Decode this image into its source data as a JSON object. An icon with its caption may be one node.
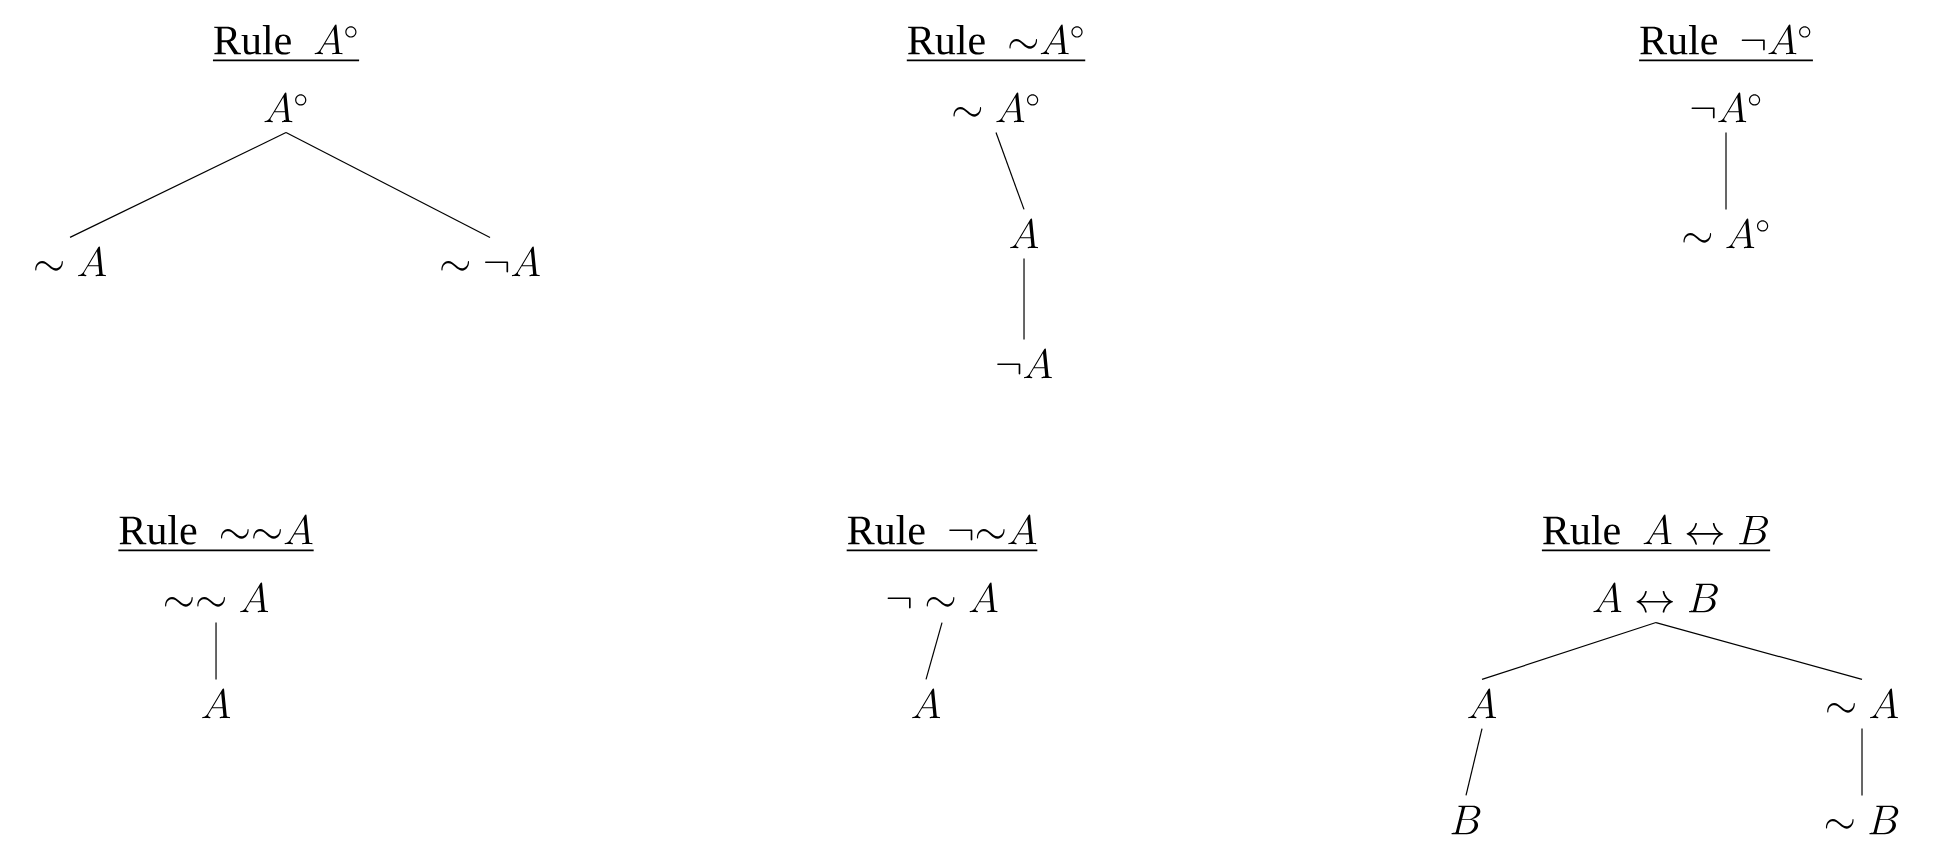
{
  "diagram": {
    "nodes": [
      {
        "text": [
          "A^\\circ"
        ]
      },
      {
        "text": [
          "\\sim A"
        ]
      },
      {
        "text": [
          "\\sim\\neg A"
        ]
      },
      {
        "text": [
          "\\sim A^\\circ"
        ]
      },
      {
        "text": [
          "A"
        ]
      },
      {
        "text": [
          "\\neg A"
        ]
      },
      {
        "text": [
          "\\neg A^\\circ"
        ]
      },
      {
        "text": [
          "\\sim A^\\circ"
        ]
      },
      {
        "text": [
          "\\sim\\sim A"
        ]
      },
      {
        "text": [
          "A"
        ]
      },
      {
        "text": [
          "\\neg\\sim A"
        ]
      },
      {
        "text": [
          "A"
        ]
      },
      {
        "text": [
          "A\\leftrightarrow B"
        ]
      },
      {
        "text": [
          "A"
        ]
      },
      {
        "text": [
          "\\sim A"
        ]
      },
      {
        "text": [
          "B"
        ]
      },
      {
        "text": [
          "\\sim B"
        ]
      }
    ],
    "edges": [
      {
        "from": 0,
        "to": 1,
        "arrow": "none"
      },
      {
        "from": 0,
        "to": 2,
        "arrow": "none"
      },
      {
        "from": 3,
        "to": 4,
        "arrow": "none"
      },
      {
        "from": 4,
        "to": 5,
        "arrow": "none"
      },
      {
        "from": 6,
        "to": 7,
        "arrow": "none"
      },
      {
        "from": 8,
        "to": 9,
        "arrow": "none"
      },
      {
        "from": 10,
        "to": 11,
        "arrow": "none"
      },
      {
        "from": 12,
        "to": 13,
        "arrow": "none"
      },
      {
        "from": 12,
        "to": 14,
        "arrow": "none"
      },
      {
        "from": 13,
        "to": 15,
        "arrow": "none"
      },
      {
        "from": 14,
        "to": 16,
        "arrow": "none"
      }
    ],
    "labels": [
      "\\underline{\\text{Rule}\\ \\ A^\\circ}",
      "\\underline{\\text{Rule}\\ \\ {\\sim}A^\\circ}",
      "\\underline{\\text{Rule}\\ \\ \\neg A^\\circ}",
      "\\underline{\\text{Rule}\\ \\ {\\sim}{\\sim}A}",
      "\\underline{\\text{Rule}\\ \\ \\neg{\\sim}A}",
      "\\underline{\\text{Rule}\\ \\ A\\leftrightarrow B}"
    ]
  }
}
